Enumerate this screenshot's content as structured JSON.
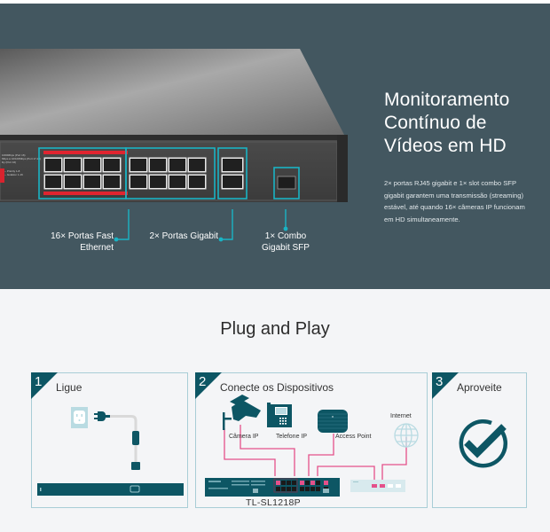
{
  "hero": {
    "title_lines": [
      "Monitoramento",
      "Contínuo de",
      "Vídeos em HD"
    ],
    "description_lines": [
      "2× portas RJ45 gigabit e 1× slot combo SFP",
      "gigabit garantem uma transmissão (streaming)",
      "estável, até quando 16× câmeras IP funcionam",
      "em HD simultaneamente."
    ],
    "port_callouts": {
      "fast_ethernet": [
        "16× Portas Fast",
        "Ethernet"
      ],
      "gigabit": "2× Portas Gigabit",
      "sfp": [
        "1× Combo",
        "Gigabit SFP"
      ]
    },
    "colors": {
      "background": "#435760",
      "highlight": "#1ab3c4",
      "port_red": "#e0242f"
    }
  },
  "plug_and_play": {
    "title": "Plug and Play",
    "steps": [
      {
        "number": "1",
        "title": "Ligue"
      },
      {
        "number": "2",
        "title": "Conecte os Dispositivos",
        "devices": [
          "Câmera IP",
          "Telefone IP",
          "Access Point",
          "Internet"
        ],
        "model": "TL-SL1218P"
      },
      {
        "number": "3",
        "title": "Aproveite"
      }
    ],
    "colors": {
      "accent": "#0d5664",
      "cable": "#e4508a",
      "card_border": "#a8cdd6"
    }
  }
}
